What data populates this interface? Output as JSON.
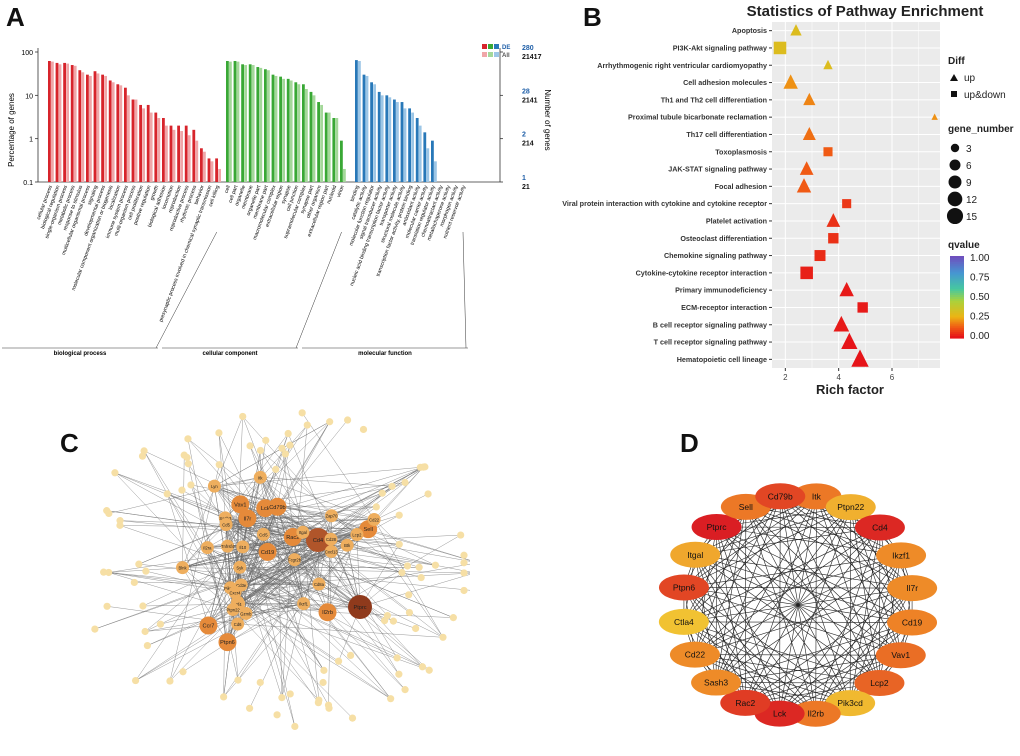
{
  "panels": {
    "a": {
      "label": "A"
    },
    "b": {
      "label": "B"
    },
    "c": {
      "label": "C"
    },
    "d": {
      "label": "D"
    }
  },
  "chart_data": [
    {
      "panel": "A",
      "type": "bar",
      "scale": "log",
      "ylabel_left": "Percentage of genes",
      "ylabel_right": "Number of genes",
      "left_ticks": [
        "100",
        "10",
        "1",
        "0.1"
      ],
      "right_ticks_de": [
        "280",
        "28",
        "2",
        "1"
      ],
      "right_ticks_all": [
        "21417",
        "2141",
        "214",
        "21"
      ],
      "legend": [
        "DE",
        "All"
      ],
      "colors": {
        "bp_de": "#d7242b",
        "bp_all": "#f0a6a8",
        "cc_de": "#39a835",
        "cc_all": "#a4d89a",
        "mf_de": "#2878b8",
        "mf_all": "#9cc6e6"
      },
      "groups": [
        {
          "name": "biological process",
          "categories": [
            "cellular process",
            "biological regulation",
            "single-organism process",
            "metabolic process",
            "response to stimulus",
            "multicellular organismal process",
            "signaling",
            "developmental process",
            "molecular component organization or biogenesis",
            "localization",
            "immune system process",
            "multi-organism process",
            "cell proliferation",
            "positive regulation",
            "growth",
            "biological adhesion",
            "locomotion",
            "reproduction",
            "reproductive process",
            "rhythmic process",
            "behavior",
            "presynaptic process involved in chemical synaptic transmission",
            "cell killing"
          ],
          "de": [
            62,
            56,
            56,
            50,
            38,
            30,
            36,
            30,
            22,
            18,
            15,
            8,
            6,
            6,
            4,
            3,
            2,
            2,
            2,
            1.6,
            0.6,
            0.35,
            0.35
          ],
          "all": [
            60,
            52,
            54,
            48,
            34,
            28,
            32,
            28,
            20,
            17,
            10,
            8,
            5,
            4,
            3,
            2,
            1.6,
            1.5,
            1.2,
            0.9,
            0.5,
            0.3,
            0.2
          ]
        },
        {
          "name": "cellular component",
          "categories": [
            "cell",
            "cell part",
            "organelle",
            "membrane",
            "organelle part",
            "membrane part",
            "macromolecular complex",
            "extracellular region",
            "synapse",
            "cell junction",
            "supramolecular complex",
            "synapse part",
            "other organism",
            "extracellular region part",
            "nucleoid",
            "virion"
          ],
          "de": [
            62,
            62,
            52,
            52,
            45,
            40,
            30,
            27,
            24,
            20,
            18,
            12,
            7,
            4,
            3,
            0.9
          ],
          "all": [
            60,
            60,
            50,
            50,
            43,
            38,
            28,
            24,
            22,
            18,
            14,
            10,
            6,
            4,
            3,
            0.2
          ]
        },
        {
          "name": "molecular function",
          "categories": [
            "binding",
            "catalytic activity",
            "molecular function regulator",
            "signal transducer activity",
            "nucleic acid binding transcription factor activity",
            "transporter activity",
            "structural molecule activity",
            "transcription factor activity, protein binding",
            "antioxidant activity",
            "molecular carrier activity",
            "translation regulator activity",
            "chemoattractant activity",
            "metallochaperone activity",
            "morphogen activity",
            "nutrient reservoir activity"
          ],
          "de": [
            65,
            30,
            20,
            12,
            10,
            8,
            7,
            5,
            3,
            1.4,
            0.9,
            0,
            0,
            0,
            0
          ],
          "all": [
            62,
            28,
            18,
            10,
            9,
            7,
            5,
            4,
            2,
            0.6,
            0.3,
            0,
            0,
            0,
            0
          ]
        }
      ]
    },
    {
      "panel": "B",
      "type": "scatter",
      "title": "Statistics of Pathway Enrichment",
      "xlabel": "Rich factor",
      "xlim": [
        1.5,
        7.8
      ],
      "xticks": [
        "2",
        "4",
        "6"
      ],
      "legend_diff_title": "Diff",
      "legend_diff": [
        "up",
        "up&down"
      ],
      "legend_size_title": "gene_number",
      "legend_size": [
        "3",
        "6",
        "9",
        "12",
        "15"
      ],
      "legend_color_title": "qvalue",
      "legend_color": [
        "1.00",
        "0.75",
        "0.50",
        "0.25",
        "0.00"
      ],
      "points": [
        {
          "pathway": "Apoptosis",
          "rich": 2.4,
          "genes": 5,
          "q": 0.3,
          "diff": "up"
        },
        {
          "pathway": "PI3K-Akt signaling pathway",
          "rich": 1.8,
          "genes": 11,
          "q": 0.3,
          "diff": "up&down"
        },
        {
          "pathway": "Arrhythmogenic right ventricular cardiomyopathy",
          "rich": 3.6,
          "genes": 3,
          "q": 0.3,
          "diff": "up"
        },
        {
          "pathway": "Cell adhesion molecules",
          "rich": 2.2,
          "genes": 9,
          "q": 0.2,
          "diff": "up"
        },
        {
          "pathway": "Th1 and Th2 cell differentiation",
          "rich": 2.9,
          "genes": 6,
          "q": 0.18,
          "diff": "up"
        },
        {
          "pathway": "Proximal tubule bicarbonate reclamation",
          "rich": 7.6,
          "genes": 1,
          "q": 0.2,
          "diff": "up"
        },
        {
          "pathway": "Th17 cell differentiation",
          "rich": 2.9,
          "genes": 7,
          "q": 0.15,
          "diff": "up"
        },
        {
          "pathway": "Toxoplasmosis",
          "rich": 3.6,
          "genes": 5,
          "q": 0.12,
          "diff": "up&down"
        },
        {
          "pathway": "JAK-STAT signaling pathway",
          "rich": 2.8,
          "genes": 8,
          "q": 0.12,
          "diff": "up"
        },
        {
          "pathway": "Focal adhesion",
          "rich": 2.7,
          "genes": 9,
          "q": 0.12,
          "diff": "up"
        },
        {
          "pathway": "Viral protein interaction with cytokine and cytokine receptor",
          "rich": 4.3,
          "genes": 5,
          "q": 0.06,
          "diff": "up&down"
        },
        {
          "pathway": "Platelet activation",
          "rich": 3.8,
          "genes": 8,
          "q": 0.05,
          "diff": "up"
        },
        {
          "pathway": "Osteoclast differentiation",
          "rich": 3.8,
          "genes": 7,
          "q": 0.05,
          "diff": "up&down"
        },
        {
          "pathway": "Chemokine signaling pathway",
          "rich": 3.3,
          "genes": 8,
          "q": 0.04,
          "diff": "up&down"
        },
        {
          "pathway": "Cytokine-cytokine receptor interaction",
          "rich": 2.8,
          "genes": 11,
          "q": 0.02,
          "diff": "up&down"
        },
        {
          "pathway": "Primary immunodeficiency",
          "rich": 4.3,
          "genes": 9,
          "q": 0.01,
          "diff": "up"
        },
        {
          "pathway": "ECM-receptor interaction",
          "rich": 4.9,
          "genes": 7,
          "q": 0.01,
          "diff": "up&down"
        },
        {
          "pathway": "B cell receptor signaling pathway",
          "rich": 4.1,
          "genes": 11,
          "q": 0.01,
          "diff": "up"
        },
        {
          "pathway": "T cell receptor signaling pathway",
          "rich": 4.4,
          "genes": 12,
          "q": 0.0,
          "diff": "up"
        },
        {
          "pathway": "Hematopoietic cell lineage",
          "rich": 4.8,
          "genes": 14,
          "q": 0.0,
          "diff": "up"
        }
      ]
    },
    {
      "panel": "C",
      "type": "network",
      "labeled_nodes": [
        "Ptprc",
        "Cd4",
        "Lck",
        "Ptpn6",
        "Cd79b",
        "Vav1",
        "Rac2",
        "Ccr7",
        "Cd19",
        "Il7r",
        "Sell",
        "Il2rb",
        "Lcp2",
        "Sash3",
        "Cd22",
        "Ctla4",
        "Itgal",
        "Ikzf1",
        "Pik3cd",
        "Btk",
        "Itk",
        "Cd8a",
        "Il2ra",
        "Cd3e",
        "Fcgr2b",
        "Irf4",
        "Lyn",
        "Syk",
        "Cxcr4",
        "Ptpn22",
        "Cd6",
        "Il10",
        "Cd28",
        "Zap70",
        "Cd5",
        "Blnk",
        "Cxcl13",
        "Ccl5",
        "Tnfrsf4",
        "Gzmb"
      ]
    },
    {
      "panel": "D",
      "type": "network",
      "nodes": [
        {
          "name": "Itk",
          "level": 0.55
        },
        {
          "name": "Ptpn22",
          "level": 0.25
        },
        {
          "name": "Cd4",
          "level": 0.95
        },
        {
          "name": "Ikzf1",
          "level": 0.45
        },
        {
          "name": "Il7r",
          "level": 0.45
        },
        {
          "name": "Cd19",
          "level": 0.5
        },
        {
          "name": "Vav1",
          "level": 0.6
        },
        {
          "name": "Lcp2",
          "level": 0.65
        },
        {
          "name": "Pik3cd",
          "level": 0.2
        },
        {
          "name": "Il2rb",
          "level": 0.55
        },
        {
          "name": "Lck",
          "level": 0.95
        },
        {
          "name": "Rac2",
          "level": 0.85
        },
        {
          "name": "Sash3",
          "level": 0.45
        },
        {
          "name": "Cd22",
          "level": 0.45
        },
        {
          "name": "Ctla4",
          "level": 0.15
        },
        {
          "name": "Ptpn6",
          "level": 0.8
        },
        {
          "name": "Itgal",
          "level": 0.3
        },
        {
          "name": "Ptprc",
          "level": 1.0
        },
        {
          "name": "Sell",
          "level": 0.55
        },
        {
          "name": "Cd79b",
          "level": 0.8
        }
      ]
    }
  ]
}
